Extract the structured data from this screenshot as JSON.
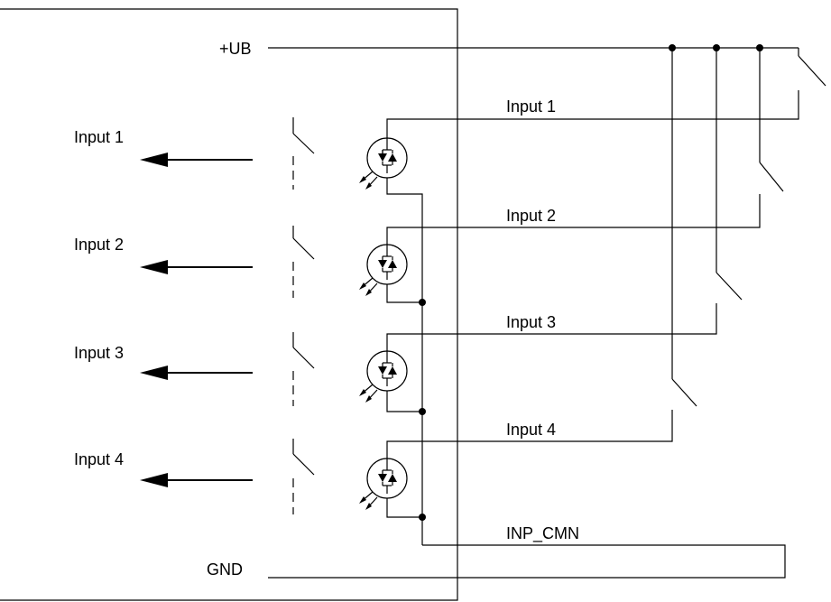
{
  "labels": {
    "supply": "+UB",
    "ground": "GND",
    "common": "INP_CMN",
    "left_inputs": [
      "Input 1",
      "Input 2",
      "Input 3",
      "Input 4"
    ],
    "right_inputs": [
      "Input 1",
      "Input 2",
      "Input 3",
      "Input 4"
    ]
  },
  "colors": {
    "line": "#000000",
    "background": "#ffffff"
  }
}
